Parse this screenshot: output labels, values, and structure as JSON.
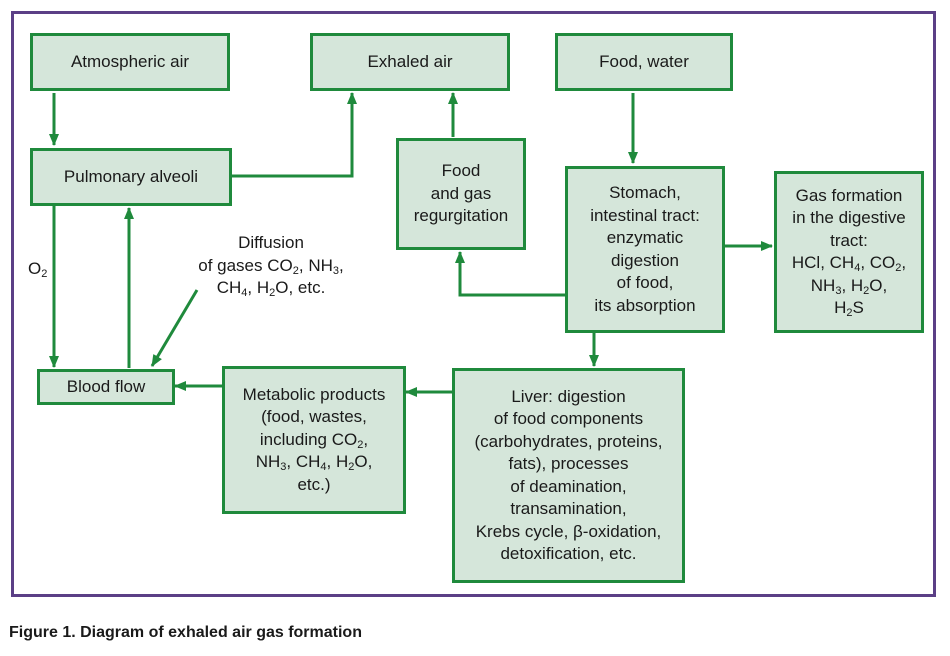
{
  "colors": {
    "frame": "#5b3f86",
    "box_fill": "#d5e6da",
    "box_border": "#1f8a3c",
    "arrow": "#1f8a3c"
  },
  "boxes": {
    "atmospheric_air": [
      "Atmospheric air"
    ],
    "exhaled_air": [
      "Exhaled air"
    ],
    "food_water": [
      "Food, water"
    ],
    "pulmonary_alveoli": [
      "Pulmonary alveoli"
    ],
    "regurgitation": [
      "Food",
      "and gas",
      "regurgitation"
    ],
    "stomach": [
      "Stomach,",
      "intestinal tract:",
      "enzymatic",
      "digestion",
      "of food,",
      "its absorption"
    ],
    "gas_formation": [
      "Gas formation",
      "in the digestive",
      "tract:",
      "HCl, CH{4}, CO{2},",
      "NH{3}, H{2}O,",
      "H{2}S"
    ],
    "blood_flow": [
      "Blood flow"
    ],
    "metabolic": [
      "Metabolic products",
      "(food, wastes,",
      "including CO{2},",
      "NH{3}, CH{4}, H{2}O,",
      "etc.)"
    ],
    "liver": [
      "Liver: digestion",
      "of food components",
      "(carbohydrates, proteins,",
      "fats), processes",
      "of deamination,",
      "transamination,",
      "Krebs cycle, β-oxidation,",
      "detoxification, etc."
    ]
  },
  "labels": {
    "o2": [
      "O{2}"
    ],
    "diffusion": [
      "Diffusion",
      "of gases CO{2}, NH{3},",
      "CH{4}, H{2}O, etc."
    ]
  },
  "caption": "Figure 1. Diagram of exhaled air gas formation"
}
